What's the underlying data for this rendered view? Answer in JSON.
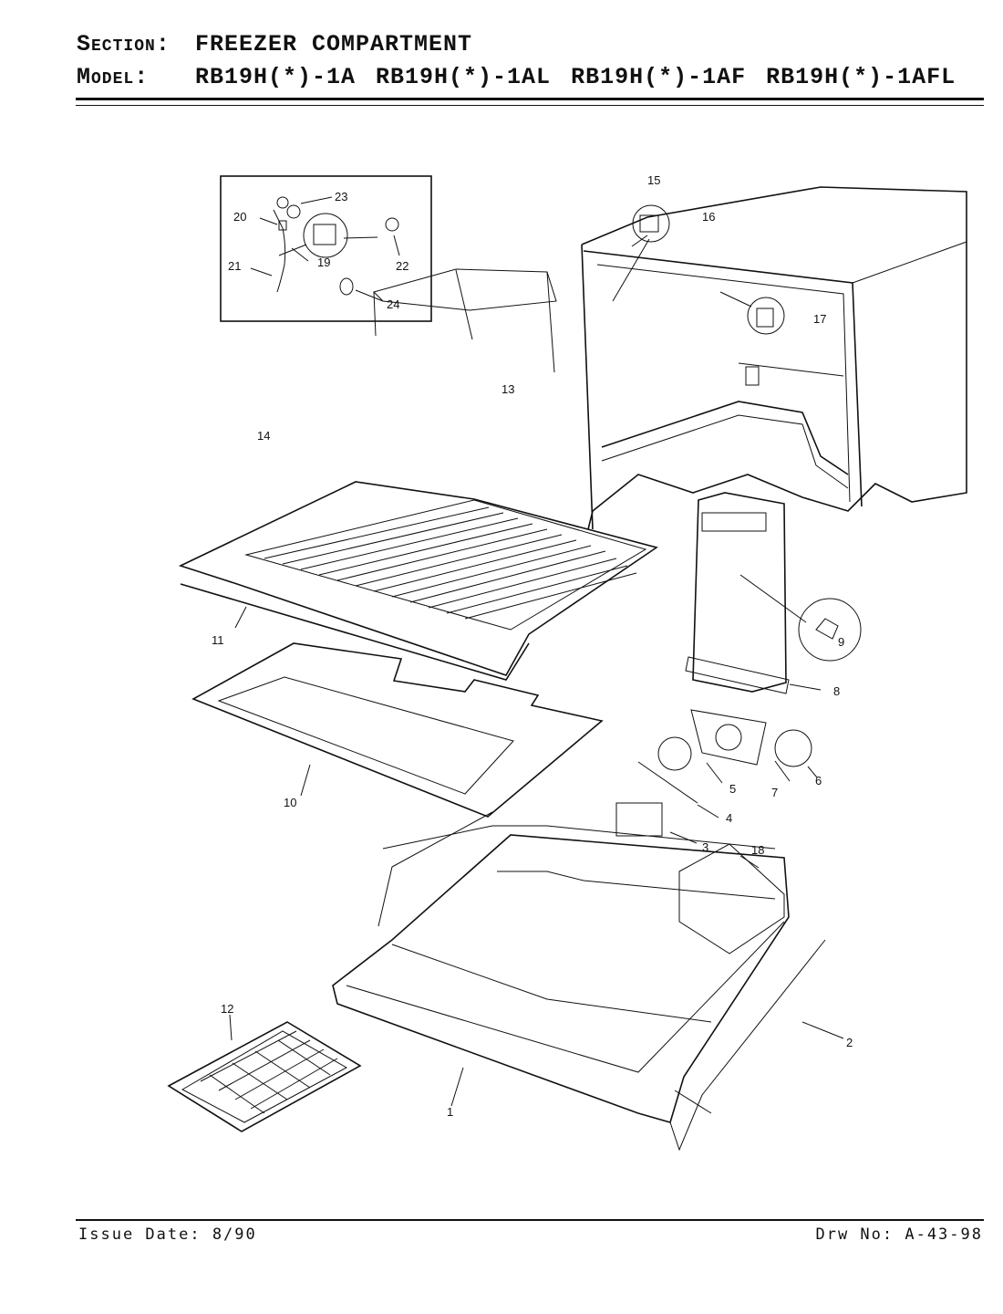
{
  "header": {
    "section_label": "Section:",
    "section_value": "FREEZER COMPARTMENT",
    "model_label": "Model:",
    "models": [
      "RB19H(*)-1A",
      "RB19H(*)-1AL",
      "RB19H(*)-1AF",
      "RB19H(*)-1AFL"
    ]
  },
  "footer": {
    "issue_date": "Issue Date: 8/90",
    "drawing_number": "Drw No: A-43-98"
  },
  "callouts": [
    "1",
    "2",
    "3",
    "4",
    "5",
    "6",
    "7",
    "8",
    "9",
    "10",
    "11",
    "12",
    "13",
    "14",
    "15",
    "16",
    "17",
    "18",
    "19",
    "20",
    "21",
    "22",
    "23",
    "24"
  ]
}
